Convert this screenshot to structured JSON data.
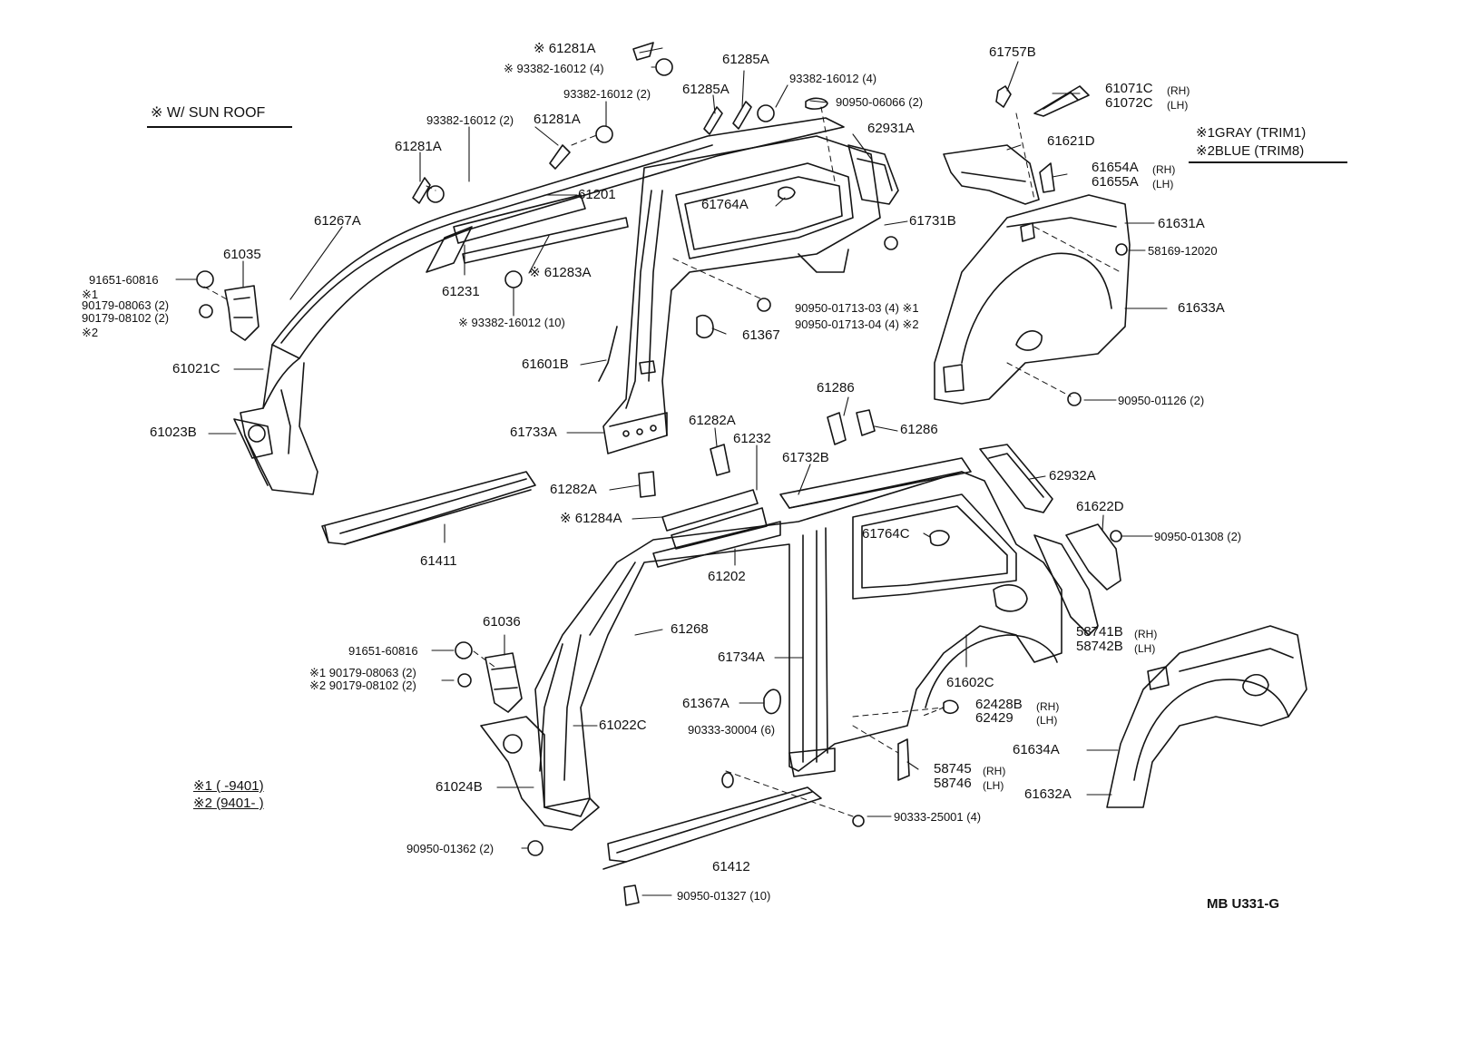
{
  "notes": {
    "sun_roof": "※ W/ SUN  ROOF",
    "trim1": "※1GRAY  (TRIM1)",
    "trim2": "※2BLUE  (TRIM8)",
    "range1": "※1 (      -9401)",
    "range2": "※2 (9401-         )"
  },
  "reference": "MB U331-G",
  "labels": [
    "※ 61281A",
    "※ 93382-16012 (4)",
    "61285A",
    "93382-16012 (4)",
    "90950-06066 (2)",
    "93382-16012 (2)",
    "61285A",
    "93382-16012 (2)",
    "61281A",
    "61281A",
    "61201",
    "61267A",
    "61764A",
    "62931A",
    "61731B",
    "61035",
    "91651-60816",
    "※1",
    "90179-08063 (2)",
    "90179-08102 (2)",
    "※2",
    "61231",
    "※ 61283A",
    "※ 93382-16012 (10)",
    "90950-01713-03 (4) ※1",
    "90950-01713-04 (4) ※2",
    "61367",
    "61021C",
    "61601B",
    "61023B",
    "61733A",
    "61757B",
    "61071C",
    "(RH)",
    "61072C",
    "(LH)",
    "61621D",
    "61654A",
    "(RH)",
    "61655A",
    "(LH)",
    "61631A",
    "58169-12020",
    "61633A",
    "90950-01126 (2)",
    "61286",
    "61286",
    "61282A",
    "61232",
    "61732B",
    "62932A",
    "61282A",
    "※ 61284A",
    "61764C",
    "61622D",
    "90950-01308 (2)",
    "61411",
    "61202",
    "61036",
    "61268",
    "58741B",
    "(RH)",
    "58742B",
    "(LH)",
    "91651-60816",
    "※1 90179-08063 (2)",
    "※2 90179-08102 (2)",
    "61734A",
    "61602C",
    "61367A",
    "62428B",
    "(RH)",
    "62429",
    "(LH)",
    "90333-30004 (6)",
    "61022C",
    "58745",
    "(RH)",
    "58746",
    "(LH)",
    "61634A",
    "61632A",
    "61024B",
    "90333-25001 (4)",
    "90950-01362 (2)",
    "61412",
    "90950-01327 (10)"
  ]
}
